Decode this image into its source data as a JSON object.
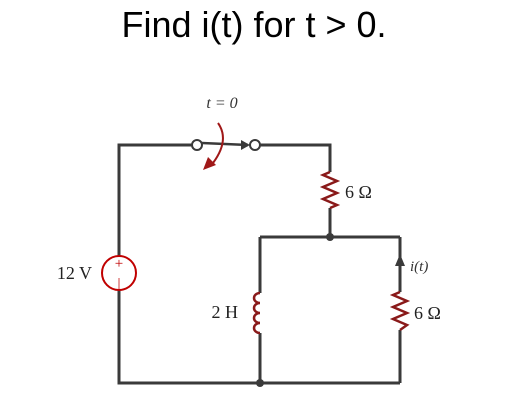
{
  "title": "Find i(t) for t > 0.",
  "switch": {
    "label": "t = 0"
  },
  "source": {
    "value": "12 V",
    "plus": "+",
    "minus": "|"
  },
  "resistor_top": {
    "value": "6 Ω"
  },
  "inductor": {
    "value": "2 H"
  },
  "resistor_right": {
    "value": "6 Ω"
  },
  "current": {
    "label": "i(t)"
  },
  "colors": {
    "wire": "#3a3a3a",
    "component": "#8a1a1a",
    "source_ring": "#c00000"
  }
}
